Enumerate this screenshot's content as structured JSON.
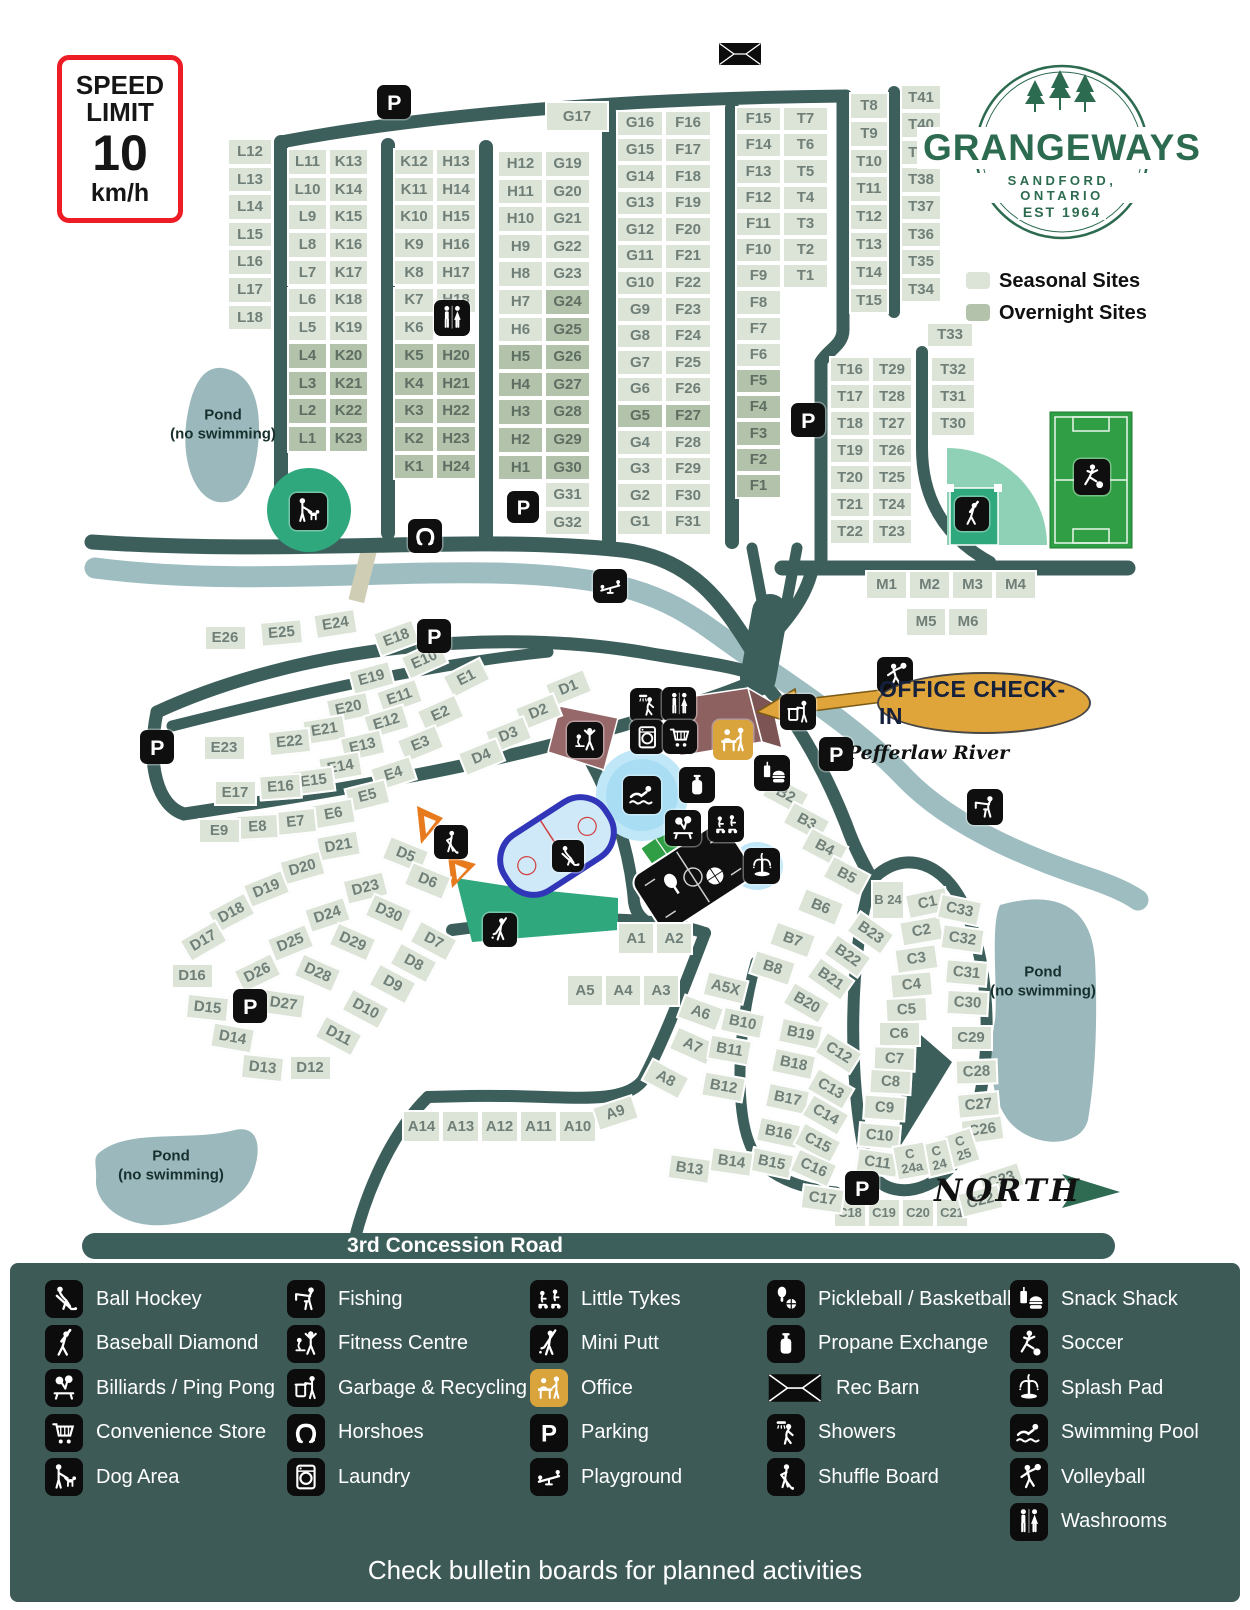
{
  "speed_sign": {
    "line1": "SPEED",
    "line2": "LIMIT",
    "value": "10",
    "unit": "km/h"
  },
  "logo": {
    "name": "GRANGEWAYS",
    "location": "SANDFORD, ONTARIO",
    "est": "EST 1964"
  },
  "site_types": {
    "seasonal": "Seasonal Sites",
    "overnight": "Overnight Sites"
  },
  "callout_office": "OFFICE CHECK-IN",
  "river_label": "Pefferlaw River",
  "north_label": "NORTH",
  "road_label": "3rd Concession Road",
  "pond_label_1": "Pond",
  "pond_label_2": "(no swimming)",
  "colors": {
    "seasonal": "#dce4d8",
    "overnight": "#b3c3ab",
    "road": "#3d5f5b",
    "water": "#9dbdc0",
    "gold": "#dfa43a",
    "logo_green": "#2c6b4f",
    "legend_bg": "#3d5a57"
  },
  "grids": [
    {
      "name": "Louter",
      "rows": [
        [
          "L12"
        ],
        [
          "L13"
        ],
        [
          "L14"
        ],
        [
          "L15"
        ],
        [
          "L16"
        ],
        [
          "L17"
        ],
        [
          "L18"
        ]
      ]
    },
    {
      "name": "LK",
      "rows": [
        [
          "L11",
          "K13"
        ],
        [
          "L10",
          "K14"
        ],
        [
          "L9",
          "K15"
        ],
        [
          "L8",
          "K16"
        ],
        [
          "L7",
          "K17"
        ],
        [
          "L6",
          "K18"
        ],
        [
          "L5",
          "K19"
        ],
        [
          "L4",
          "K20"
        ],
        [
          "L3",
          "K21"
        ],
        [
          "L2",
          "K22"
        ],
        [
          "L1",
          "K23"
        ]
      ]
    },
    {
      "name": "KH",
      "rows": [
        [
          "K12",
          "H13"
        ],
        [
          "K11",
          "H14"
        ],
        [
          "K10",
          "H15"
        ],
        [
          "K9",
          "H16"
        ],
        [
          "K8",
          "H17"
        ],
        [
          "K7",
          "H18"
        ],
        [
          "K6",
          null
        ],
        [
          "K5",
          "H20"
        ],
        [
          "K4",
          "H21"
        ],
        [
          "K3",
          "H22"
        ],
        [
          "K2",
          "H23"
        ],
        [
          "K1",
          "H24"
        ]
      ]
    },
    {
      "name": "G17",
      "rows": [
        [
          "G17"
        ]
      ]
    },
    {
      "name": "HG",
      "rows": [
        [
          "H12",
          "G19"
        ],
        [
          "H11",
          "G20"
        ],
        [
          "H10",
          "G21"
        ],
        [
          "H9",
          "G22"
        ],
        [
          "H8",
          "G23"
        ],
        [
          "H7",
          "G24"
        ],
        [
          "H6",
          "G25"
        ],
        [
          "H5",
          "G26"
        ],
        [
          "H4",
          "G27"
        ],
        [
          "H3",
          "G28"
        ],
        [
          "H2",
          "G29"
        ],
        [
          "H1",
          "G30"
        ],
        [
          null,
          "G31"
        ],
        [
          null,
          "G32"
        ]
      ]
    },
    {
      "name": "GF",
      "rows": [
        [
          "G16",
          "F16"
        ],
        [
          "G15",
          "F17"
        ],
        [
          "G14",
          "F18"
        ],
        [
          "G13",
          "F19"
        ],
        [
          "G12",
          "F20"
        ],
        [
          "G11",
          "F21"
        ],
        [
          "G10",
          "F22"
        ],
        [
          "G9",
          "F23"
        ],
        [
          "G8",
          "F24"
        ],
        [
          "G7",
          "F25"
        ],
        [
          "G6",
          "F26"
        ],
        [
          "G5",
          "F27"
        ],
        [
          "G4",
          "F28"
        ],
        [
          "G3",
          "F29"
        ],
        [
          "G2",
          "F30"
        ],
        [
          "G1",
          "F31"
        ]
      ]
    },
    {
      "name": "FT",
      "rows": [
        [
          "F15",
          "T7"
        ],
        [
          "F14",
          "T6"
        ],
        [
          "F13",
          "T5"
        ],
        [
          "F12",
          "T4"
        ],
        [
          "F11",
          "T3"
        ],
        [
          "F10",
          "T2"
        ],
        [
          "F9",
          "T1"
        ],
        [
          "F8",
          null
        ],
        [
          "F7",
          null
        ],
        [
          "F6",
          null
        ],
        [
          "F5",
          null
        ],
        [
          "F4",
          null
        ],
        [
          "F3",
          null
        ],
        [
          "F2",
          null
        ],
        [
          "F1",
          null
        ]
      ]
    },
    {
      "name": "T8",
      "rows": [
        [
          "T8"
        ],
        [
          "T9"
        ],
        [
          "T10"
        ],
        [
          "T11"
        ],
        [
          "T12"
        ],
        [
          "T13"
        ],
        [
          "T14"
        ],
        [
          "T15"
        ]
      ]
    },
    {
      "name": "T41",
      "rows": [
        [
          "T41"
        ],
        [
          "T40"
        ],
        [
          "T39"
        ],
        [
          "T38"
        ],
        [
          "T37"
        ],
        [
          "T36"
        ],
        [
          "T35"
        ],
        [
          "T34"
        ]
      ]
    },
    {
      "name": "T33",
      "rows": [
        [
          "T33"
        ]
      ]
    },
    {
      "name": "T1629",
      "rows": [
        [
          "T16",
          "T29"
        ],
        [
          "T17",
          "T28"
        ],
        [
          "T18",
          "T27"
        ],
        [
          "T19",
          "T26"
        ],
        [
          "T20",
          "T25"
        ],
        [
          "T21",
          "T24"
        ],
        [
          "T22",
          "T23"
        ]
      ]
    },
    {
      "name": "T32",
      "rows": [
        [
          "T32"
        ],
        [
          "T31"
        ],
        [
          "T30"
        ]
      ]
    },
    {
      "name": "M1",
      "rows": [
        [
          "M1",
          "M2",
          "M3",
          "M4"
        ]
      ]
    },
    {
      "name": "M2",
      "rows": [
        [
          "M5",
          "M6"
        ]
      ]
    },
    {
      "name": "A12",
      "rows": [
        [
          "A1",
          "A2"
        ]
      ]
    },
    {
      "name": "A543",
      "rows": [
        [
          "A5",
          "A4",
          "A3"
        ]
      ]
    },
    {
      "name": "A14",
      "rows": [
        [
          "A14",
          "A13",
          "A12",
          "A11",
          "A10"
        ]
      ]
    },
    {
      "name": "C18",
      "rows": [
        [
          "C18",
          "C19",
          "C20",
          "C21"
        ]
      ]
    }
  ],
  "fans": {
    "E": [
      "E26",
      "E25",
      "E24",
      "E18",
      "E10",
      "E19",
      "E11",
      "E1",
      "E20",
      "E2",
      "E21",
      "E12",
      "E13",
      "E22",
      "E3",
      "E23",
      "E14",
      "E4",
      "E15",
      "E16",
      "E17",
      "E5",
      "E6",
      "E7",
      "E8",
      "E9",
      "D1",
      "D2",
      "D3",
      "D4"
    ],
    "D": [
      "D21",
      "D20",
      "D19",
      "D18",
      "D17",
      "D16",
      "D15",
      "D14",
      "D13",
      "D12",
      "D23",
      "D24",
      "D25",
      "D26",
      "D27",
      "D28",
      "D29",
      "D30",
      "D5",
      "D6",
      "D7",
      "D8",
      "D9",
      "D10",
      "D11"
    ],
    "A": [
      "A5X",
      "A6",
      "A7",
      "A8",
      "A9"
    ],
    "B": [
      "B2",
      "B3",
      "B4",
      "B5",
      "B6",
      "B7",
      "B8",
      "B 24",
      "B23",
      "B22",
      "B21",
      "B20",
      "B19",
      "B18",
      "B17",
      "B16",
      "B15",
      "B13",
      "B14",
      "B10",
      "B11",
      "B12"
    ],
    "C": [
      "C1",
      "C2",
      "C3",
      "C4",
      "C5",
      "C6",
      "C7",
      "C8",
      "C9",
      "C10",
      "C11",
      "C33",
      "C32",
      "C31",
      "C30",
      "C29",
      "C28",
      "C27",
      "C26",
      "C 25",
      "C 24",
      "C 24a",
      "C23",
      "C22",
      "C17",
      "C12",
      "C13",
      "C14",
      "C15",
      "C16"
    ]
  },
  "overnight_sites": [
    "L4",
    "L3",
    "L2",
    "L1",
    "K20",
    "K21",
    "K22",
    "K23",
    "K5",
    "K4",
    "K3",
    "K2",
    "K1",
    "H20",
    "H21",
    "H22",
    "H23",
    "H24",
    "H5",
    "H4",
    "H3",
    "H2",
    "H1",
    "G24",
    "G25",
    "G26",
    "G27",
    "G28",
    "G29",
    "G30",
    "G5",
    "F27",
    "F5",
    "F4",
    "F3",
    "F2",
    "F1"
  ],
  "legend": {
    "columns": [
      [
        {
          "icon": "ball-hockey",
          "label": "Ball Hockey"
        },
        {
          "icon": "baseball",
          "label": "Baseball Diamond"
        },
        {
          "icon": "billiards",
          "label": "Billiards / Ping Pong"
        },
        {
          "icon": "cart",
          "label": "Convenience Store"
        },
        {
          "icon": "dog",
          "label": "Dog Area"
        }
      ],
      [
        {
          "icon": "fishing",
          "label": "Fishing"
        },
        {
          "icon": "fitness",
          "label": "Fitness Centre"
        },
        {
          "icon": "garbage",
          "label": "Garbage & Recycling"
        },
        {
          "icon": "horseshoe",
          "label": "Horshoes"
        },
        {
          "icon": "laundry",
          "label": "Laundry"
        }
      ],
      [
        {
          "icon": "littletykes",
          "label": "Little Tykes"
        },
        {
          "icon": "miniputt",
          "label": "Mini Putt"
        },
        {
          "icon": "office",
          "label": "Office"
        },
        {
          "icon": "parking",
          "label": "Parking"
        },
        {
          "icon": "playground",
          "label": "Playground"
        }
      ],
      [
        {
          "icon": "pickleball",
          "label": "Pickleball / Basketball"
        },
        {
          "icon": "propane",
          "label": "Propane Exchange"
        },
        {
          "icon": "recbarn",
          "label": "Rec Barn"
        },
        {
          "icon": "showers",
          "label": "Showers"
        },
        {
          "icon": "shuffle",
          "label": "Shuffle Board"
        }
      ],
      [
        {
          "icon": "snack",
          "label": "Snack Shack"
        },
        {
          "icon": "soccer",
          "label": "Soccer"
        },
        {
          "icon": "splash",
          "label": "Splash Pad"
        },
        {
          "icon": "swim",
          "label": "Swimming Pool"
        },
        {
          "icon": "volleyball",
          "label": "Volleyball"
        },
        {
          "icon": "washrooms",
          "label": "Washrooms"
        }
      ]
    ],
    "footer": "Check bulletin boards for planned activities"
  },
  "map_icon_names": [
    "parking",
    "washrooms",
    "showers",
    "laundry",
    "cart",
    "office",
    "garbage",
    "snack",
    "propane",
    "swim",
    "billiards",
    "littletykes",
    "splash",
    "fitness",
    "miniputt",
    "shuffle",
    "horseshoe",
    "playground",
    "dog",
    "baseball",
    "soccer",
    "volleyball",
    "fishing",
    "ball-hockey",
    "recbarn"
  ]
}
